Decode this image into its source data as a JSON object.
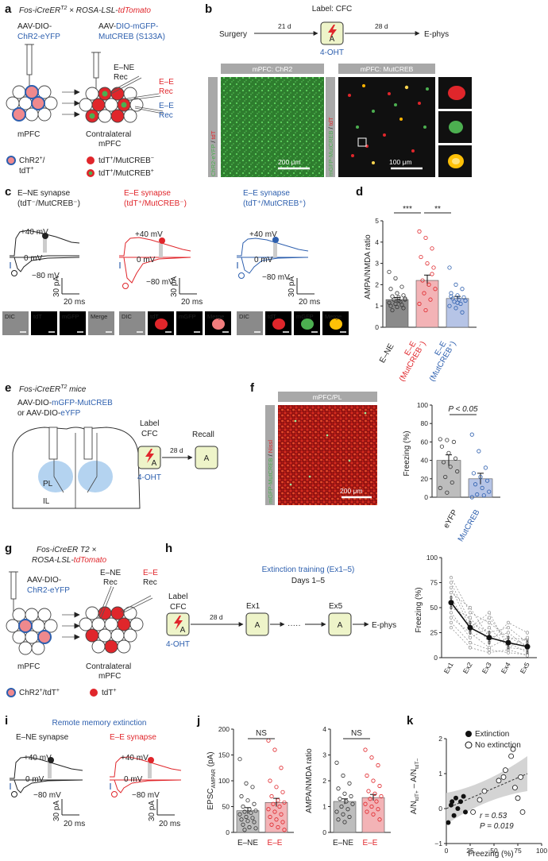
{
  "panel_labels": [
    "a",
    "b",
    "c",
    "d",
    "e",
    "f",
    "g",
    "h",
    "i",
    "j",
    "k"
  ],
  "a": {
    "title_part1": "Fos-iCreER",
    "title_sup": "T2",
    "title_part2": " × ROSA-LSL-",
    "title_part3": "tdTomato",
    "virus1_line1": "AAV-DIO-",
    "virus1_line2": "ChR2-eYFP",
    "virus2_line1_a": "AAV-",
    "virus2_line1_b": "DIO-mGFP-",
    "virus2_line2": "MutCREB (S133A)",
    "rec_ene": "E–NE",
    "rec_ene2": "Rec",
    "rec_ee_red": "E–E",
    "rec_ee_red2": "Rec",
    "rec_ee_blue": "E–E",
    "rec_ee_blue2": "Rec",
    "mpfc": "mPFC",
    "contra1": "Contralateral",
    "contra2": "mPFC",
    "leg1": "ChR2",
    "leg1b": "/",
    "leg1c": "tdT",
    "leg2": "tdT",
    "leg2b": "/MutCREB",
    "leg3": "tdT",
    "leg3b": "/MutCREB"
  },
  "b": {
    "label": "Label: CFC",
    "surgery": "Surgery",
    "d21": "21 d",
    "d28": "28 d",
    "ephys": "E-phys",
    "box": "A",
    "ohT": "4-OHT",
    "img1_title": "mPFC: ChR2",
    "img2_title": "mPFC: MutCREB",
    "img1_side_a": "ChR2-eYFP",
    "img1_side_b": "tdT",
    "img2_side_a": "mGFP-MutCREB",
    "img2_side_b": "tdT",
    "scale1": "200 μm",
    "scale2": "100 μm"
  },
  "c": {
    "t1_line1": "E–NE synapse",
    "t1_line2": "(tdT⁻/MutCREB⁻)",
    "t2_line1": "E–E synapse",
    "t2_line2": "(tdT⁺/MutCREB⁻)",
    "t3_line1": "E–E synapse",
    "t3_line2": "(tdT⁺/MutCREB⁺)",
    "p40": "+40 mV",
    "z0": "0 mV",
    "m80": "−80 mV",
    "sb_y": "30 pA",
    "sb_x": "20 ms",
    "micro_labels": [
      "DIC",
      "tdT",
      "mGFP",
      "Merge"
    ]
  },
  "d": {
    "ylabel": "AMPA/NMDA ratio",
    "yticks": [
      "0",
      "1",
      "2",
      "3",
      "4",
      "5"
    ],
    "cat1": "E–NE",
    "cat2a": "E–E",
    "cat2b": "(MutCREB⁻)",
    "cat3a": "E–E",
    "cat3b": "(MutCREB⁺)",
    "sig1": "***",
    "sig2": "**"
  },
  "e": {
    "title_a": "Fos-iCreER",
    "title_sup": "T2",
    "title_b": " mice",
    "virus_a": "AAV-DIO-",
    "virus_b": "mGFP-MutCREB",
    "virus_c": "or AAV-DIO-",
    "virus_d": "eYFP",
    "pl": "PL",
    "il": "IL",
    "label": "Label",
    "cfc": "CFC",
    "d28": "28 d",
    "recall": "Recall",
    "box": "A",
    "ohT": "4-OHT"
  },
  "f": {
    "img_title": "mPFC/PL",
    "side_a": "mGFP-MutCREB",
    "side_b": "Nissl",
    "scale": "200 μm",
    "ylabel": "Freezing (%)",
    "yticks": [
      "0",
      "20",
      "40",
      "60",
      "80",
      "100"
    ],
    "cat1": "eYFP",
    "cat2": "MutCREB",
    "pval": "P < 0.05"
  },
  "g": {
    "title_a": "Fos-iCreER T2 ×",
    "title_b": "ROSA-LSL-",
    "title_c": "tdTomato",
    "virus_a": "AAV-DIO-",
    "virus_b": "ChR2-eYFP",
    "rec_ene": "E–NE",
    "rec_ene2": "Rec",
    "rec_ee": "E–E",
    "rec_ee2": "Rec",
    "mpfc": "mPFC",
    "contra1": "Contralateral",
    "contra2": "mPFC",
    "leg1": "ChR2",
    "leg1b": "/tdT",
    "leg2": "tdT"
  },
  "h": {
    "ext_title": "Extinction training (Ex1–5)",
    "days": "Days 1–5",
    "label": "Label",
    "cfc": "CFC",
    "d28": "28 d",
    "ex1": "Ex1",
    "ex5": "Ex5",
    "dots": "·····",
    "ephys": "E-phys",
    "box": "A",
    "ohT": "4-OHT"
  },
  "i": {
    "title": "Remote memory extinction",
    "t1": "E–NE synapse",
    "t2": "E–E synapse",
    "p40": "+40 mV",
    "z0": "0 mV",
    "m80": "−80 mV",
    "sb_y": "30 pA",
    "sb_x": "20 ms"
  },
  "j": {
    "ylabel1": "EPSC",
    "ylabel1_sub": "AMPAR",
    "ylabel1_unit": " (pA)",
    "ylabel2": "AMPA/NMDA ratio",
    "ns1": "NS",
    "ns2": "NS",
    "cat1": "E–NE",
    "cat2": "E–E",
    "yticks1": [
      "0",
      "50",
      "100",
      "150",
      "200"
    ],
    "yticks2": [
      "0",
      "1",
      "2",
      "3",
      "4"
    ]
  },
  "k": {
    "leg1": "Extinction",
    "leg2": "No extinction",
    "xlabel": "Freezing (%)",
    "ylabel_a": "A/N",
    "ylabel_sub1": "tdT+",
    "ylabel_b": " – A/N",
    "ylabel_sub2": "tdT–",
    "r": "r = 0.53",
    "p": "P = 0.019",
    "xticks": [
      "0",
      "25",
      "50",
      "75",
      "100"
    ],
    "yticks": [
      "−1",
      "0",
      "1",
      "2"
    ]
  },
  "chart_data": [
    {
      "id": "d",
      "type": "bar",
      "categories": [
        "E–NE",
        "E–E (MutCREB⁻)",
        "E–E (MutCREB⁺)"
      ],
      "values": [
        1.3,
        2.2,
        1.35
      ],
      "errors": [
        0.1,
        0.25,
        0.1
      ],
      "ylabel": "AMPA/NMDA ratio",
      "ylim": [
        0,
        5
      ],
      "colors": [
        "#8a8a8a",
        "#f3b3b6",
        "#b6c4e6"
      ],
      "points": [
        [
          2.6,
          2.3,
          1.9,
          1.8,
          1.6,
          1.5,
          1.45,
          1.4,
          1.35,
          1.3,
          1.2,
          1.15,
          1.1,
          1.05,
          1.0,
          0.95,
          0.9,
          0.8,
          1.25,
          1.3
        ],
        [
          4.5,
          4.2,
          3.7,
          3.3,
          3.0,
          2.8,
          2.2,
          2.0,
          1.8,
          1.6,
          1.3,
          1.1,
          0.8,
          2.5
        ],
        [
          2.8,
          2.0,
          1.8,
          1.6,
          1.5,
          1.4,
          1.35,
          1.3,
          1.25,
          1.2,
          1.1,
          1.0,
          0.9,
          0.7,
          1.45,
          1.15
        ]
      ]
    },
    {
      "id": "f",
      "type": "bar",
      "categories": [
        "eYFP",
        "MutCREB"
      ],
      "values": [
        40,
        20
      ],
      "errors": [
        6,
        6
      ],
      "ylabel": "Freezing (%)",
      "ylim": [
        0,
        100
      ],
      "colors": [
        "#bdbdbd",
        "#b6c4e6"
      ],
      "points": [
        [
          63,
          62,
          60,
          55,
          48,
          42,
          38,
          33,
          28,
          22,
          16,
          10,
          5
        ],
        [
          68,
          50,
          32,
          26,
          22,
          18,
          14,
          10,
          6,
          3,
          2,
          0
        ]
      ]
    },
    {
      "id": "h",
      "type": "line",
      "x": [
        "Ex1",
        "Ex2",
        "Ex3",
        "Ex4",
        "Ex5"
      ],
      "series": [
        {
          "values": [
            55,
            30,
            20,
            15,
            11
          ]
        }
      ],
      "ylabel": "Freezing (%)",
      "ylim": [
        0,
        100
      ],
      "individual": [
        [
          80,
          45,
          35,
          20,
          18
        ],
        [
          75,
          35,
          25,
          30,
          15
        ],
        [
          70,
          30,
          45,
          10,
          20
        ],
        [
          65,
          50,
          20,
          25,
          10
        ],
        [
          60,
          28,
          40,
          15,
          5
        ],
        [
          50,
          40,
          15,
          35,
          25
        ],
        [
          45,
          20,
          30,
          10,
          8
        ],
        [
          40,
          25,
          10,
          20,
          12
        ],
        [
          35,
          15,
          8,
          5,
          3
        ],
        [
          30,
          10,
          5,
          8,
          2
        ]
      ]
    },
    {
      "id": "j1",
      "type": "bar",
      "categories": [
        "E–NE",
        "E–E"
      ],
      "values": [
        42,
        58
      ],
      "errors": [
        6,
        8
      ],
      "ylabel": "EPSC AMPAR (pA)",
      "ylim": [
        0,
        200
      ],
      "colors": [
        "#bdbdbd",
        "#f3b3b6"
      ],
      "points": [
        [
          142,
          95,
          88,
          70,
          62,
          55,
          50,
          45,
          42,
          40,
          38,
          35,
          30,
          28,
          25,
          22,
          20,
          15,
          10,
          8,
          5
        ],
        [
          178,
          160,
          125,
          100,
          88,
          78,
          70,
          62,
          58,
          55,
          50,
          45,
          40,
          35,
          30,
          25,
          20,
          15,
          10,
          5
        ]
      ]
    },
    {
      "id": "j2",
      "type": "bar",
      "categories": [
        "E–NE",
        "E–E"
      ],
      "values": [
        1.2,
        1.35
      ],
      "errors": [
        0.1,
        0.12
      ],
      "ylabel": "AMPA/NMDA ratio",
      "ylim": [
        0,
        4
      ],
      "colors": [
        "#bdbdbd",
        "#f3b3b6"
      ],
      "points": [
        [
          2.7,
          2.2,
          1.9,
          1.7,
          1.5,
          1.4,
          1.3,
          1.2,
          1.1,
          1.0,
          0.9,
          0.8,
          0.7,
          0.6,
          0.5,
          0.4
        ],
        [
          3.2,
          2.9,
          2.6,
          2.2,
          2.0,
          1.8,
          1.6,
          1.5,
          1.4,
          1.3,
          1.2,
          1.1,
          1.0,
          0.9,
          0.8,
          0.7,
          0.5
        ]
      ]
    },
    {
      "id": "k",
      "type": "scatter",
      "xlabel": "Freezing (%)",
      "xlim": [
        0,
        100
      ],
      "ylim": [
        -1,
        2
      ],
      "series": [
        {
          "name": "Extinction",
          "points": [
            [
              2,
              -0.4
            ],
            [
              5,
              0.1
            ],
            [
              8,
              -0.2
            ],
            [
              10,
              0.3
            ],
            [
              12,
              0.0
            ],
            [
              15,
              0.2
            ],
            [
              18,
              0.35
            ],
            [
              20,
              -0.1
            ],
            [
              6,
              0.2
            ]
          ]
        },
        {
          "name": "No extinction",
          "points": [
            [
              28,
              -0.1
            ],
            [
              35,
              0.25
            ],
            [
              40,
              0.5
            ],
            [
              55,
              0.8
            ],
            [
              60,
              0.9
            ],
            [
              62,
              1.1
            ],
            [
              68,
              1.5
            ],
            [
              70,
              1.7
            ],
            [
              72,
              0.6
            ],
            [
              75,
              0.3
            ],
            [
              78,
              0.9
            ],
            [
              80,
              -0.1
            ]
          ]
        }
      ],
      "fit": {
        "x": [
          0,
          85
        ],
        "y": [
          0.0,
          1.0
        ]
      },
      "r": "r = 0.53",
      "p": "P = 0.019"
    }
  ]
}
